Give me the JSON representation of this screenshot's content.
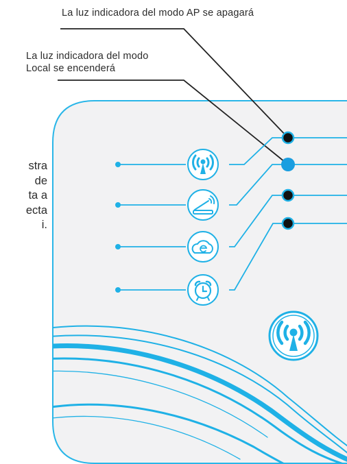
{
  "callouts": {
    "ap_mode_off": "La luz indicadora del modo AP se apagará",
    "local_mode_on_line1": "La luz indicadora del modo",
    "local_mode_on_line2": "Local se encenderá"
  },
  "left_text_fragments": [
    "stra",
    "de",
    "ta a",
    "ecta",
    "i."
  ],
  "colors": {
    "device_outline": "#29b6e8",
    "device_fill": "#f2f2f3",
    "indicator_lit": "#1a9ee0",
    "indicator_off": "#111111",
    "leader_line": "#222222"
  },
  "device": {
    "icons": [
      "ap-mode-icon",
      "local-mode-icon",
      "cloud-mode-icon",
      "alarm-icon",
      "wifi-button-icon"
    ],
    "indicators": [
      {
        "name": "ap-mode-led",
        "state": "off"
      },
      {
        "name": "local-mode-led",
        "state": "on"
      },
      {
        "name": "cloud-mode-led",
        "state": "off"
      },
      {
        "name": "alarm-led",
        "state": "off"
      }
    ]
  }
}
